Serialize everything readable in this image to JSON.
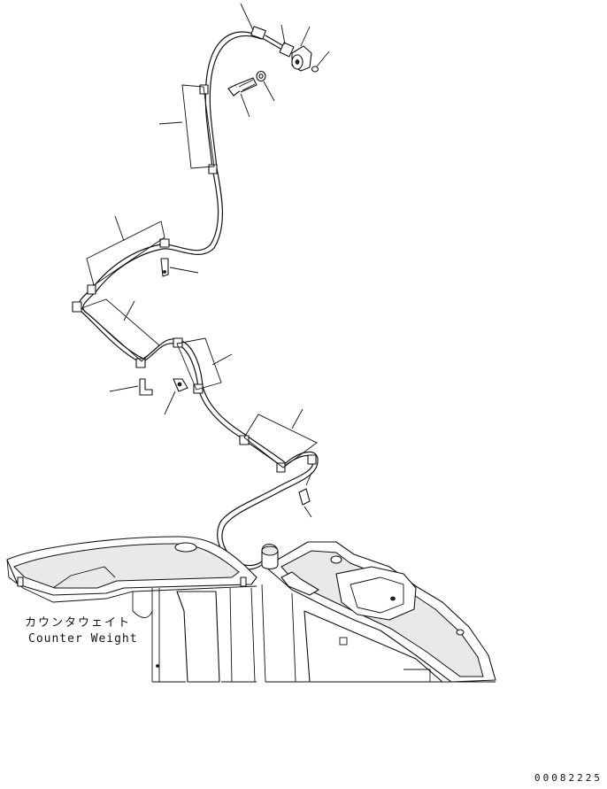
{
  "labels": {
    "counter_weight_jp": "カウンタウェイト",
    "counter_weight_en": "Counter Weight"
  },
  "drawing_code": "00082225"
}
